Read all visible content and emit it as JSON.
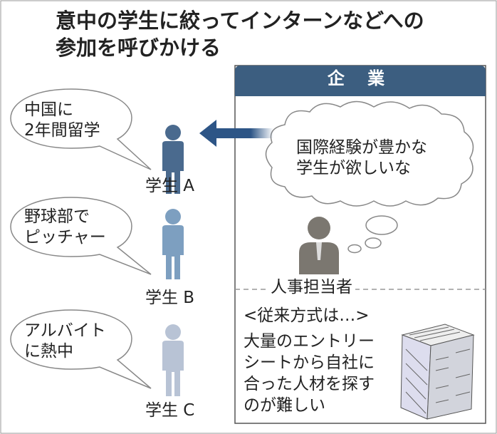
{
  "title": {
    "line1": "意中の学生に絞ってインターンなどへの",
    "line2": "参加を呼びかける"
  },
  "company": {
    "header": "企 業",
    "thought": {
      "line1": "国際経験が豊かな",
      "line2": "学生が欲しいな"
    },
    "person_label": "人事担当者",
    "old_method": "<従来方式は…>",
    "problem": [
      "大量のエントリー",
      "シートから自社に",
      "合った人材を探す",
      "のが難しい"
    ]
  },
  "students": [
    {
      "label": "学生 A",
      "bubble": [
        "中国に",
        "2年間留学"
      ],
      "color": "#4a6a8e"
    },
    {
      "label": "学生 B",
      "bubble": [
        "野球部で",
        "ピッチャー"
      ],
      "color": "#7d9fc0"
    },
    {
      "label": "学生 C",
      "bubble": [
        "アルバイト",
        "に熱中"
      ],
      "color": "#b8c3d5"
    }
  ],
  "colors": {
    "header": "#3c5e80",
    "arrow": "#2d5586",
    "person": "#7b7770"
  }
}
